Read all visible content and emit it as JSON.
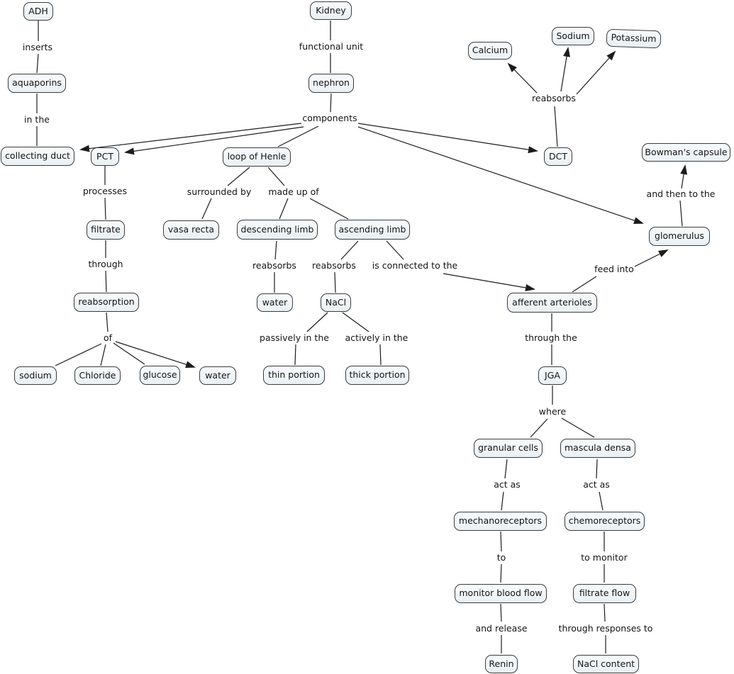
{
  "diagram": {
    "type": "concept-map",
    "topic": "Kidney / nephron physiology",
    "background_color": "#ffffff",
    "node_fill": "#edf3f6",
    "node_border_color": "#3c3c3c",
    "line_color": "#1c1c1c",
    "text_color": "#141414"
  },
  "nodes": {
    "adh": "ADH",
    "kidney": "Kidney",
    "calcium": "Calcium",
    "sodium_ion": "Sodium",
    "potassium": "Potassium",
    "aquaporins": "aquaporins",
    "nephron": "nephron",
    "collecting_duct": "collecting duct",
    "pct": "PCT",
    "loop_of_henle": "loop of Henle",
    "dct": "DCT",
    "bowmans_capsule": "Bowman's capsule",
    "vasa_recta": "vasa recta",
    "descending_limb": "descending limb",
    "ascending_limb": "ascending limb",
    "glomerulus": "glomerulus",
    "filtrate": "filtrate",
    "reabsorption": "reabsorption",
    "water_reabsorbed": "water",
    "nacl": "NaCl",
    "afferent_arterioles": "afferent arterioles",
    "sodium_reabsorbed": "sodium",
    "chloride": "Chloride",
    "glucose": "glucose",
    "water_of": "water",
    "thin_portion": "thin portion",
    "thick_portion": "thick portion",
    "jga": "JGA",
    "granular_cells": "granular cells",
    "mascula_densa": "mascula densa",
    "mechanoreceptors": "mechanoreceptors",
    "chemoreceptors": "chemoreceptors",
    "monitor_blood_flow": "monitor blood flow",
    "filtrate_flow": "filtrate flow",
    "renin": "Renin",
    "nacl_content": "NaCl content"
  },
  "links": {
    "inserts": "inserts",
    "functional_unit": "functional unit",
    "reabsorbs_dct": "reabsorbs",
    "in_the": "in the",
    "components": "components",
    "processes": "processes",
    "surrounded_by": "surrounded by",
    "made_up_of": "made up of",
    "and_then_to_the": "and then to the",
    "reabsorbs_descending": "reabsorbs",
    "reabsorbs_ascending": "reabsorbs",
    "is_connected_to_the": "is connected to the",
    "feed_into": "feed into",
    "through": "through",
    "of": "of",
    "passively_in_the": "passively in the",
    "actively_in_the": "actively in the",
    "through_the": "through the",
    "where": "where",
    "act_as_granular": "act as",
    "act_as_mascula": "act as",
    "to": "to",
    "to_monitor": "to monitor",
    "and_release": "and release",
    "through_responses_to": "through responses to"
  }
}
